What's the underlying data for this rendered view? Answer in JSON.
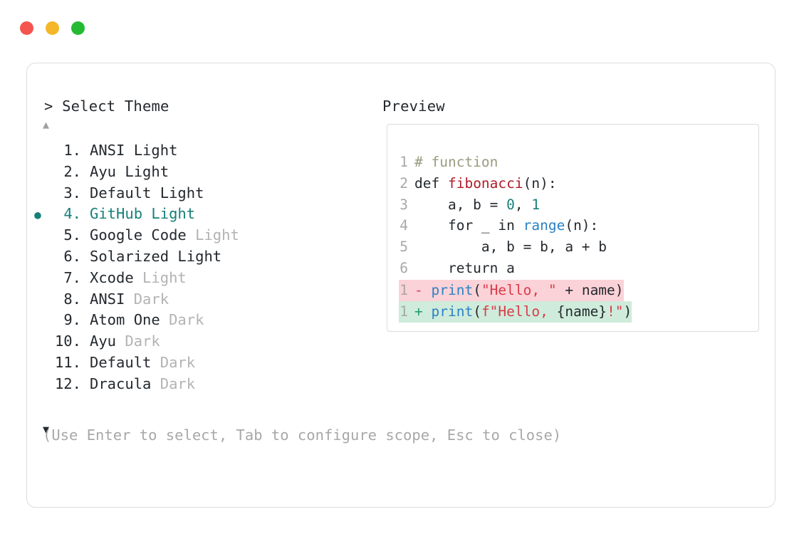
{
  "window": {
    "dots": [
      {
        "name": "close",
        "color": "#f4554f"
      },
      {
        "name": "minimize",
        "color": "#f5b728"
      },
      {
        "name": "maximize",
        "color": "#24bb32"
      }
    ]
  },
  "headers": {
    "select_theme": "> Select Theme",
    "preview": "Preview"
  },
  "scroll": {
    "up_glyph": "▲",
    "down_glyph": "▼"
  },
  "selection": {
    "bullet": "●",
    "selected_index": 4,
    "accent_color": "#17807a"
  },
  "themes": [
    {
      "num": "1.",
      "name": "ANSI",
      "variant": "Light",
      "variant_muted": false,
      "selected": false
    },
    {
      "num": "2.",
      "name": "Ayu",
      "variant": "Light",
      "variant_muted": false,
      "selected": false
    },
    {
      "num": "3.",
      "name": "Default",
      "variant": "Light",
      "variant_muted": false,
      "selected": false
    },
    {
      "num": "4.",
      "name": "GitHub",
      "variant": "Light",
      "variant_muted": false,
      "selected": true
    },
    {
      "num": "5.",
      "name": "Google Code",
      "variant": "Light",
      "variant_muted": true,
      "selected": false
    },
    {
      "num": "6.",
      "name": "Solarized",
      "variant": "Light",
      "variant_muted": false,
      "selected": false
    },
    {
      "num": "7.",
      "name": "Xcode",
      "variant": "Light",
      "variant_muted": true,
      "selected": false
    },
    {
      "num": "8.",
      "name": "ANSI",
      "variant": "Dark",
      "variant_muted": true,
      "selected": false
    },
    {
      "num": "9.",
      "name": "Atom One",
      "variant": "Dark",
      "variant_muted": true,
      "selected": false
    },
    {
      "num": "10.",
      "name": "Ayu",
      "variant": "Dark",
      "variant_muted": true,
      "selected": false
    },
    {
      "num": "11.",
      "name": "Default",
      "variant": "Dark",
      "variant_muted": true,
      "selected": false
    },
    {
      "num": "12.",
      "name": "Dracula",
      "variant": "Dark",
      "variant_muted": true,
      "selected": false
    }
  ],
  "preview": {
    "code_lines": [
      {
        "ln": "1",
        "tokens": [
          {
            "t": "# function",
            "c": "tok-comment"
          }
        ]
      },
      {
        "ln": "2",
        "tokens": [
          {
            "t": "def ",
            "c": "tok-kw"
          },
          {
            "t": "fibonacci",
            "c": "tok-fn"
          },
          {
            "t": "(n):",
            "c": "tok-plain"
          }
        ]
      },
      {
        "ln": "3",
        "tokens": [
          {
            "t": "    a, b = ",
            "c": "tok-plain"
          },
          {
            "t": "0",
            "c": "tok-num"
          },
          {
            "t": ", ",
            "c": "tok-plain"
          },
          {
            "t": "1",
            "c": "tok-num"
          }
        ]
      },
      {
        "ln": "4",
        "tokens": [
          {
            "t": "    for _ in ",
            "c": "tok-plain"
          },
          {
            "t": "range",
            "c": "tok-builtin"
          },
          {
            "t": "(n):",
            "c": "tok-plain"
          }
        ]
      },
      {
        "ln": "5",
        "tokens": [
          {
            "t": "        a, b = b, a + b",
            "c": "tok-plain"
          }
        ]
      },
      {
        "ln": "6",
        "tokens": [
          {
            "t": "    return a",
            "c": "tok-plain"
          }
        ]
      }
    ],
    "diff_lines": [
      {
        "ln": "1",
        "kind": "delete",
        "sign": "-",
        "tokens": [
          {
            "t": "print",
            "c": "tok-builtin"
          },
          {
            "t": "(",
            "c": "tok-plain"
          },
          {
            "t": "\"Hello, \"",
            "c": "tok-str"
          },
          {
            "t": " + name)",
            "c": "tok-plain"
          }
        ]
      },
      {
        "ln": "1",
        "kind": "add",
        "sign": "+",
        "tokens": [
          {
            "t": "print",
            "c": "tok-builtin"
          },
          {
            "t": "(",
            "c": "tok-plain"
          },
          {
            "t": "f\"Hello, ",
            "c": "tok-str"
          },
          {
            "t": "{name}",
            "c": "tok-plain"
          },
          {
            "t": "!\"",
            "c": "tok-str"
          },
          {
            "t": ")",
            "c": "tok-plain"
          }
        ]
      }
    ],
    "diff_colors": {
      "delete_bg": "#fbd2d7",
      "add_bg": "#cfebdb"
    }
  },
  "footer": {
    "hint": "(Use Enter to select, Tab to configure scope, Esc to close)"
  }
}
